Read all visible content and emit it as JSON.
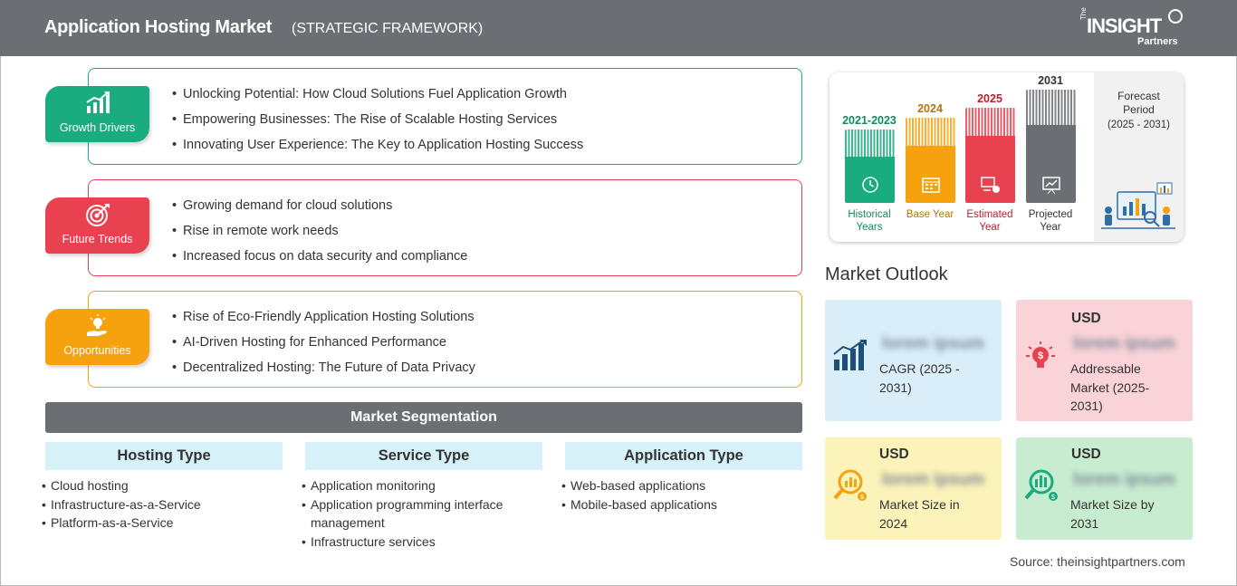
{
  "header": {
    "title": "Application Hosting Market",
    "subtitle": "(STRATEGIC FRAMEWORK)",
    "logo": {
      "the": "The",
      "insight": "INSIGHT",
      "partners": "Partners"
    }
  },
  "framework": [
    {
      "label": "Growth Drivers",
      "color": "#1aab7e",
      "icon": "growth-chart-icon",
      "items": [
        "Unlocking Potential: How Cloud Solutions Fuel Application Growth",
        "Empowering Businesses: The Rise of Scalable Hosting Services",
        "Innovating User Experience: The Key to Application Hosting Success"
      ]
    },
    {
      "label": "Future Trends",
      "color": "#e8414f",
      "icon": "target-icon",
      "items": [
        "Growing demand for cloud solutions",
        "Rise in remote work needs",
        "Increased focus on data security and compliance"
      ]
    },
    {
      "label": "Opportunities",
      "color": "#f6a10e",
      "icon": "lightbulb-hand-icon",
      "items": [
        "Rise of Eco-Friendly Application Hosting Solutions",
        "AI-Driven Hosting for Enhanced Performance",
        "Decentralized Hosting: The Future of Data Privacy"
      ]
    }
  ],
  "segmentation": {
    "title": "Market Segmentation",
    "columns": [
      {
        "heading": "Hosting Type",
        "items": [
          "Cloud hosting",
          "Infrastructure-as-a-Service",
          "Platform-as-a-Service"
        ]
      },
      {
        "heading": "Service Type",
        "items": [
          "Application monitoring",
          "Application programming interface management",
          "Infrastructure services"
        ]
      },
      {
        "heading": "Application Type",
        "items": [
          "Web-based applications",
          "Mobile-based applications"
        ]
      }
    ]
  },
  "timeline": {
    "bars": [
      {
        "year": "2021-2023",
        "label": "Historical Years",
        "color": "#1aab7e",
        "icon": "history-icon"
      },
      {
        "year": "2024",
        "label": "Base Year",
        "color": "#f6a10e",
        "icon": "calendar-icon"
      },
      {
        "year": "2025",
        "label": "Estimated Year",
        "color": "#e8414f",
        "icon": "estimate-icon"
      },
      {
        "year": "2031",
        "label": "Projected Year",
        "color": "#6b6e73",
        "icon": "projection-board-icon"
      }
    ],
    "forecast": {
      "title": "Forecast Period",
      "years": "(2025 - 2031)",
      "icon": "analyst-dashboard-icon"
    }
  },
  "outlook": {
    "title": "Market Outlook",
    "cards": [
      {
        "usd": "",
        "value": "lorem ipsum",
        "desc": "CAGR (2025 - 2031)",
        "bg": "#d9eef9",
        "icon": "growth-bars-icon",
        "icon_color": "#1f4e79"
      },
      {
        "usd": "USD",
        "value": "lorem ipsum",
        "desc": "Addressable Market (2025-2031)",
        "bg": "#f9d3d8",
        "icon": "lightbulb-dollar-icon",
        "icon_color": "#e8414f"
      },
      {
        "usd": "USD",
        "value": "lorem ipsum",
        "desc": "Market Size in 2024",
        "bg": "#fbf3b9",
        "icon": "magnifier-chart-icon",
        "icon_color": "#f6a10e"
      },
      {
        "usd": "USD",
        "value": "lorem ipsum",
        "desc": "Market Size by 2031",
        "bg": "#c8ecd0",
        "icon": "magnifier-bars-icon",
        "icon_color": "#1aab7e"
      }
    ]
  },
  "source": "Source: theinsightpartners.com"
}
